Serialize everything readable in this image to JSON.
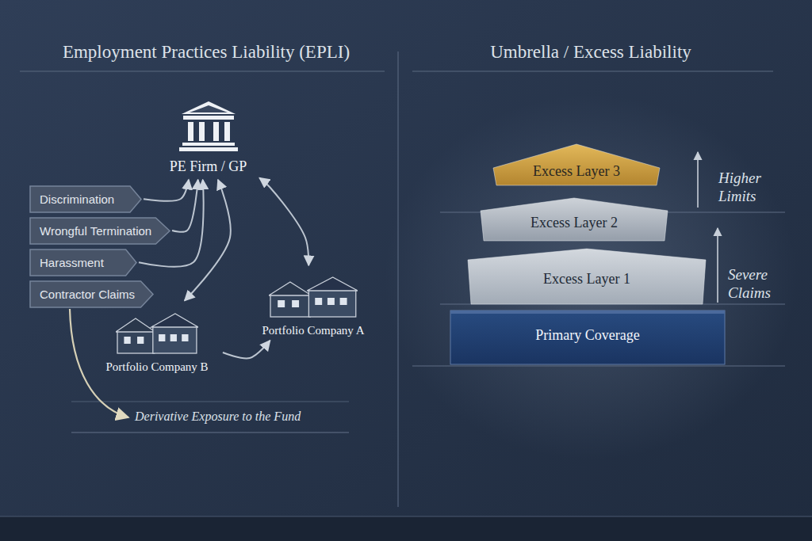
{
  "diagram": {
    "nodes": [
      {
        "text": [
          "PE Firm / GP"
        ]
      },
      {
        "text": [
          "Discrimination"
        ]
      },
      {
        "text": [
          "Wrongful Termination"
        ]
      },
      {
        "text": [
          "Harassment"
        ]
      },
      {
        "text": [
          "Contractor Claims"
        ]
      },
      {
        "text": [
          "Portfolio Company A"
        ]
      },
      {
        "text": [
          "Portfolio Company B"
        ]
      },
      {
        "text": [
          "Excess Layer 3"
        ]
      },
      {
        "text": [
          "Excess Layer 2"
        ]
      },
      {
        "text": [
          "Excess Layer 1"
        ]
      },
      {
        "text": [
          "Primary Coverage"
        ]
      }
    ],
    "edges": [
      {
        "from": 1,
        "to": 0,
        "arrow": "to"
      },
      {
        "from": 2,
        "to": 0,
        "arrow": "to"
      },
      {
        "from": 3,
        "to": 0,
        "arrow": "to"
      },
      {
        "from": 0,
        "to": 5,
        "arrow": "both"
      },
      {
        "from": 0,
        "to": 6,
        "arrow": "both"
      },
      {
        "from": 6,
        "to": 5,
        "arrow": "to"
      }
    ],
    "labels": [
      "Employment Practices Liability (EPLI)",
      "Umbrella / Excess Liability",
      "Derivative Exposure to the Fund",
      "Higher Limits",
      "Severe Claims"
    ]
  }
}
